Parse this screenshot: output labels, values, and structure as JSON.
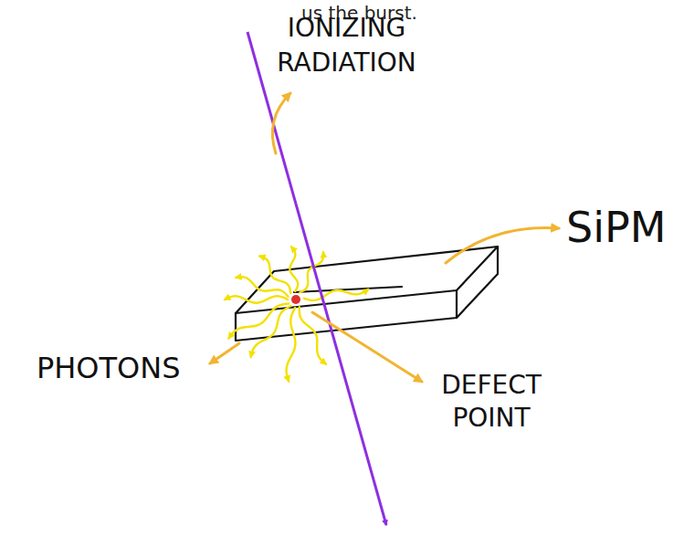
{
  "diagram": {
    "labels": [
      "us the burst.",
      "IONIZING RADIATION",
      "SiPM",
      "PHOTONS",
      "DEFECT POINT"
    ]
  }
}
